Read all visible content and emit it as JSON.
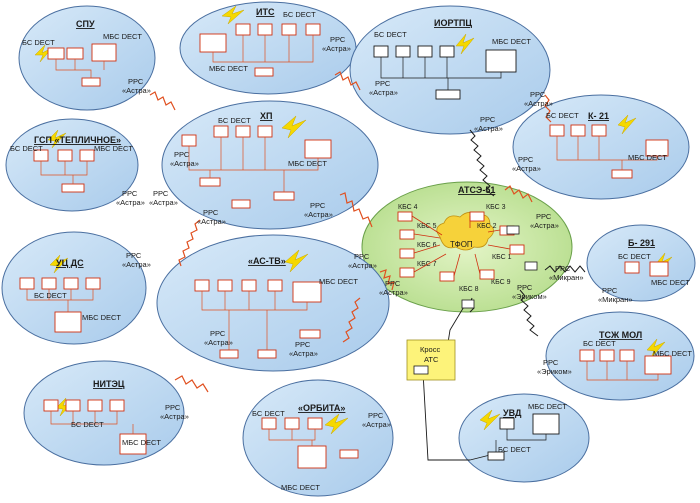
{
  "colors": {
    "ellipse_fill": "#bcd8f0",
    "ellipse_stroke": "#4a6fa0",
    "center_fill": "#c9e8a8",
    "device_stroke": "#d03010",
    "device_fill": "#ffffff",
    "wire": "#e05020",
    "lightning": "#f5d800",
    "tfop_fill": "#f6d23a",
    "cross_fill": "#fdf37a",
    "wire_dark": "#1a1a1a"
  },
  "common": {
    "bs": "БС DECT",
    "mbs": "МБС DECT",
    "rrs": "РРС",
    "astra": "«Астра»",
    "mikran": "«Микран»",
    "erikom": "«Эриком»"
  },
  "nodes": {
    "spu": {
      "title": "СПУ"
    },
    "its": {
      "title": "ИТС"
    },
    "iortpc": {
      "title": "ИОРТПЦ"
    },
    "k21": {
      "title": "К- 21"
    },
    "gsp": {
      "title": "ГСП «ТЕПЛИЧНОЕ»"
    },
    "hp": {
      "title": "ХП"
    },
    "b291": {
      "title": "Б- 291"
    },
    "ucds": {
      "title": "УЦ ДС"
    },
    "astv": {
      "title": "«АС-ТВ»"
    },
    "tszh": {
      "title": "ТСЖ МОЛ"
    },
    "nitek": {
      "title": "НИТЭЦ"
    },
    "orbita": {
      "title": "«ОРБИТА»"
    },
    "uvd": {
      "title": "УВД"
    }
  },
  "center": {
    "title": "АТСЭ-51",
    "tfop": "ТФОП",
    "kbs": [
      "КБС 4",
      "КБС 5",
      "КБС 6",
      "КБС 7",
      "КБС 3",
      "КБС 2",
      "КБС 1",
      "КБС 8",
      "КБС 9"
    ]
  },
  "cross": {
    "line1": "Кросс",
    "line2": "АТС"
  }
}
